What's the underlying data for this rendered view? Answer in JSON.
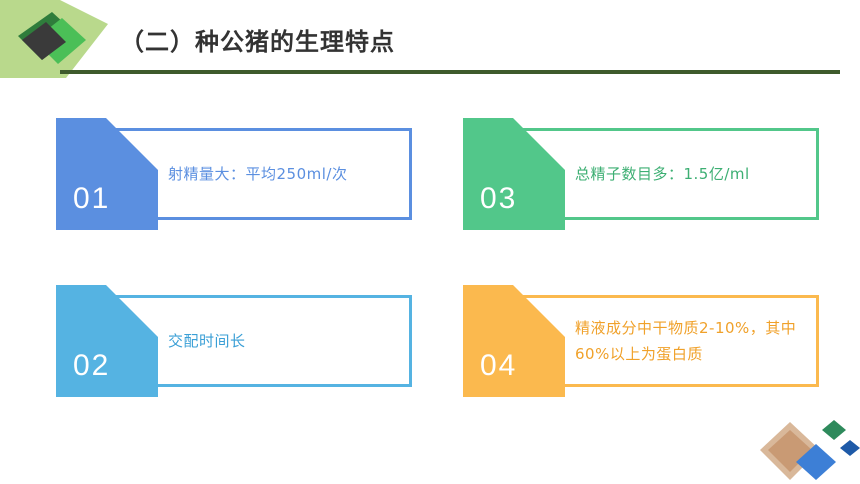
{
  "title": "（二）种公猪的生理特点",
  "cards": [
    {
      "num": "01",
      "text": "射精量大：平均250ml/次",
      "color": "#5b8fe0"
    },
    {
      "num": "03",
      "text": "总精子数目多：1.5亿/ml",
      "color": "#52c78a"
    },
    {
      "num": "02",
      "text": "交配时间长",
      "color": "#55b3e2"
    },
    {
      "num": "04",
      "text": "精液成分中干物质2-10%，其中60%以上为蛋白质",
      "color": "#fbb94e"
    }
  ]
}
